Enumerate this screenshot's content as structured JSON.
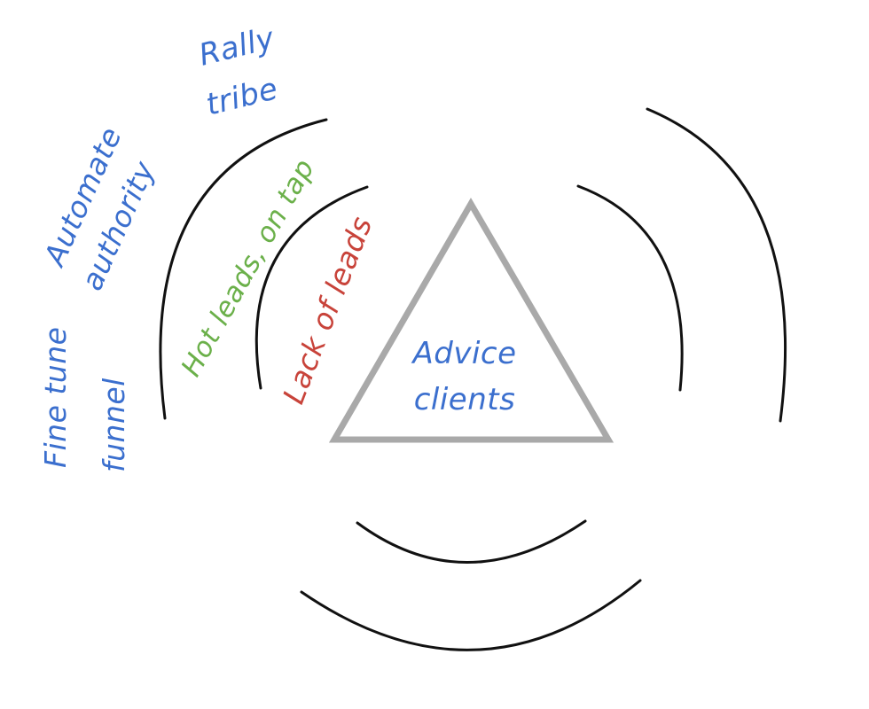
{
  "diagram": {
    "center_label": [
      "Advice",
      "clients"
    ],
    "inner_ring_label": "Lack of leads",
    "middle_ring_label": "Hot leads, on tap",
    "outer_labels": {
      "rally": [
        "Rally",
        "tribe"
      ],
      "automate": [
        "Automate",
        "authority"
      ],
      "fine_tune": [
        "Fine tune",
        "funnel"
      ]
    }
  },
  "colors": {
    "blue": "#3b6fce",
    "green": "#6bb04a",
    "red": "#c8433a",
    "arc": "#111111",
    "triangle": "#a9a9a9"
  }
}
